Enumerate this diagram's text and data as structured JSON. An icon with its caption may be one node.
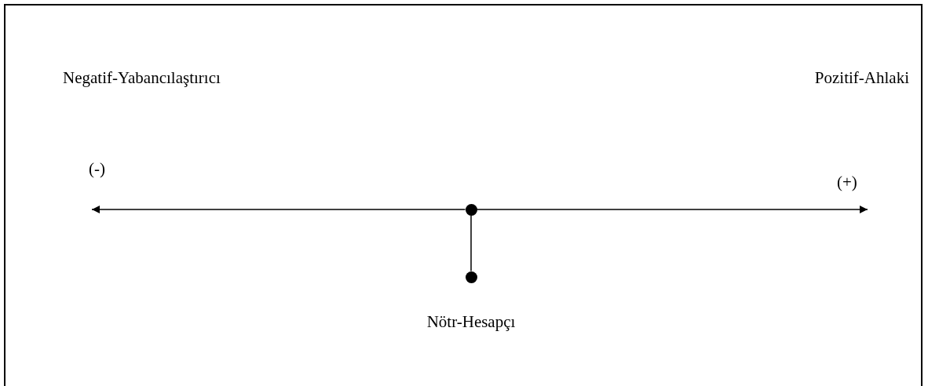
{
  "diagram": {
    "nodes": [
      {
        "text": [],
        "shape": "circle"
      },
      {
        "text": [],
        "shape": "circle",
        "beside": [
          "Nötr-Hesapçı"
        ]
      }
    ],
    "edges": [
      {
        "from": 0,
        "to": null,
        "arrow": "to"
      },
      {
        "from": 0,
        "to": null,
        "arrow": "to"
      },
      {
        "from": 0,
        "to": 1,
        "arrow": "none"
      }
    ],
    "labels": [
      "Negatif-Yabancılaştırıcı",
      "Pozitif-Ahlaki",
      "(-)",
      "(+)"
    ]
  }
}
